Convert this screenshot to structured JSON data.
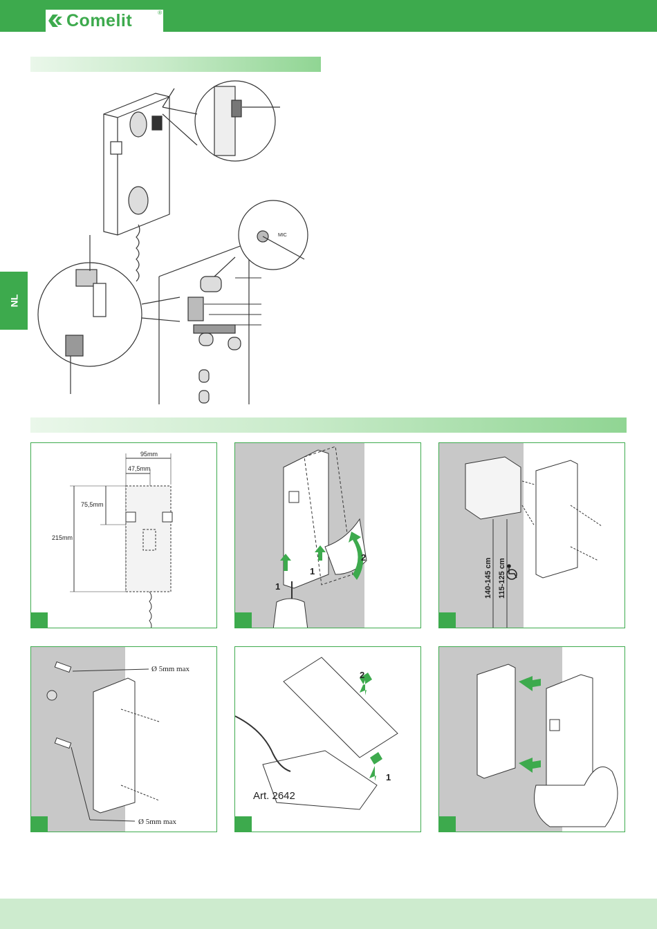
{
  "brand": {
    "name": "Comelit",
    "reg_mark": "®",
    "colors": {
      "primary": "#3daa4d",
      "light": "#cdebce",
      "panel_gray": "#c8c8c8"
    }
  },
  "side_tab": {
    "label": "NL"
  },
  "panels": {
    "dimensions": {
      "width": "95mm",
      "half_width": "47,5mm",
      "height_upper": "75,5mm",
      "height_total": "215mm"
    },
    "removal": {
      "step1a": "1",
      "step1b": "1",
      "step2": "2"
    },
    "mounting_height": {
      "range_standard": "140-145 cm",
      "range_accessible": "115-125 cm",
      "accessible_icon": "wheelchair-icon"
    },
    "wall_plugs": {
      "diameter_top": "Ø 5mm max",
      "diameter_bottom": "Ø 5mm max"
    },
    "desk_base": {
      "article": "Art. 2642",
      "step2": "2",
      "step1": "1"
    }
  }
}
